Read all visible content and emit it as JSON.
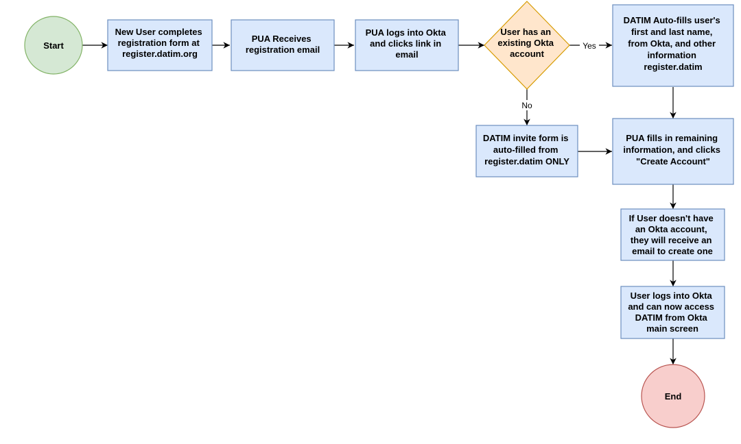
{
  "diagram": {
    "colors": {
      "process_fill": "#dae8fc",
      "process_stroke": "#6c8ebf",
      "start_fill": "#d5e8d4",
      "start_stroke": "#82b366",
      "decision_fill": "#ffe6cc",
      "decision_stroke": "#d79b00",
      "end_fill": "#f8cecc",
      "end_stroke": "#b85450",
      "line": "#000000"
    },
    "nodes": {
      "start": {
        "label": "Start"
      },
      "new_user": {
        "lines": [
          "New User completes",
          "registration form at",
          "register.datim.org"
        ]
      },
      "pua_receives": {
        "lines": [
          "PUA Receives",
          "registration email"
        ]
      },
      "pua_logs": {
        "lines": [
          "PUA logs into Okta",
          "and clicks link in",
          "email"
        ]
      },
      "decision": {
        "lines": [
          "User has an",
          "existing Okta",
          "account"
        ]
      },
      "autofill": {
        "lines": [
          "DATIM Auto-fills user's",
          "first and last name,",
          "from Okta, and other",
          "information",
          "register.datim"
        ]
      },
      "invite_form": {
        "lines": [
          "DATIM invite form is",
          "auto-filled from",
          "register.datim ONLY"
        ]
      },
      "pua_fills": {
        "lines": [
          "PUA fills in remaining",
          "information, and clicks",
          "\"Create Account\""
        ]
      },
      "no_okta": {
        "lines": [
          "If User doesn't have",
          "an Okta account,",
          "they will receive an",
          "email to create one"
        ]
      },
      "user_logs": {
        "lines": [
          "User logs into Okta",
          "and can now access",
          "DATIM from Okta",
          "main screen"
        ]
      },
      "end": {
        "label": "End"
      }
    },
    "edges": {
      "yes_label": "Yes",
      "no_label": "No"
    }
  }
}
